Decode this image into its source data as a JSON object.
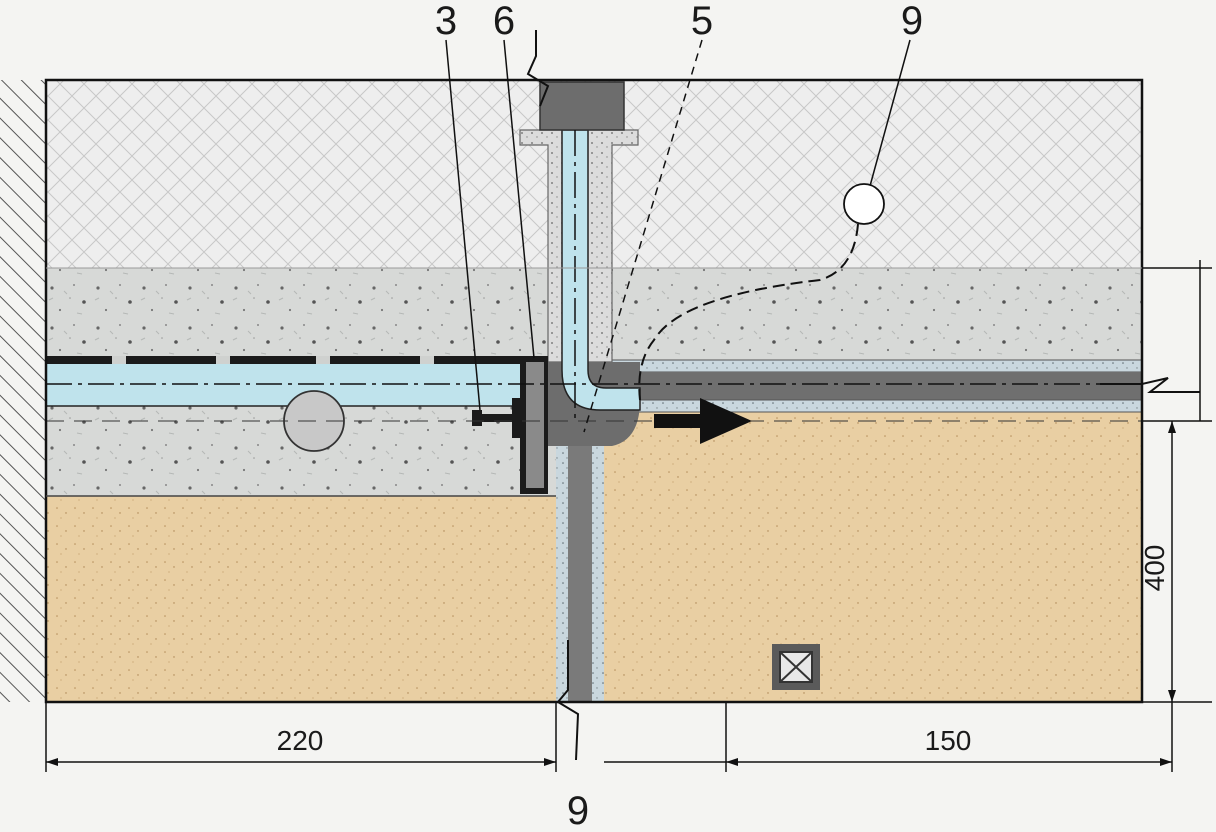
{
  "callouts": {
    "top": [
      "3",
      "6",
      "5",
      "9"
    ],
    "bottom": "9"
  },
  "dimensions": {
    "left_width": "220",
    "right_width": "150",
    "right_height": "400"
  },
  "colors": {
    "background": "#f4f4f2",
    "insulation": "#ececec",
    "concrete": "#d6d8d6",
    "sand": "#e9cfa3",
    "pipe_water": "#bfe3ec",
    "grout": "#c9cfd4",
    "sealant": "#6f6f6f",
    "dark": "#1b1b1b"
  },
  "icons": [
    "hatch-wall",
    "flow-arrow-icon",
    "manhole-cover-icon",
    "drain-pipe-circle"
  ]
}
